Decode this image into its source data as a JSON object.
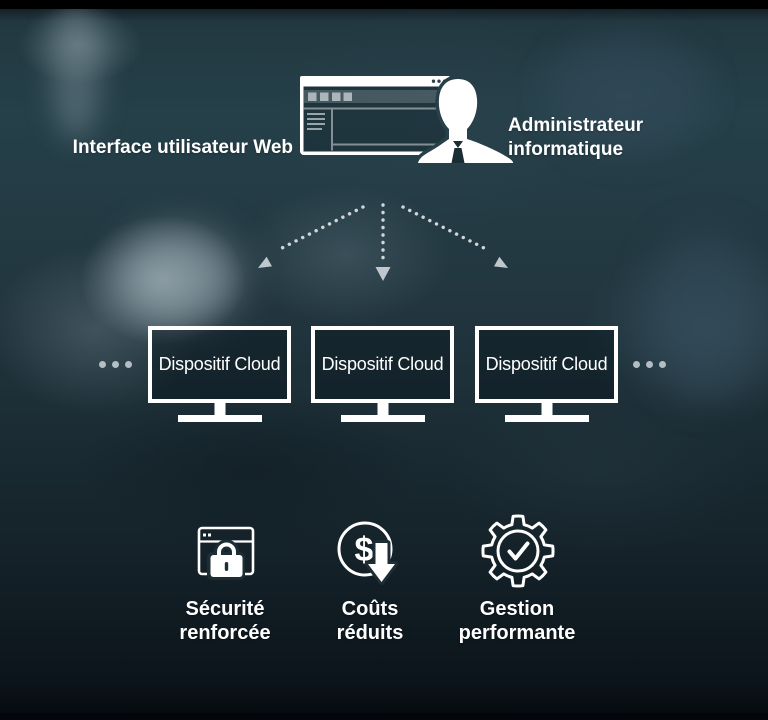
{
  "hero": {
    "web_ui_label": "Interface utilisateur Web",
    "admin_label_line1": "Administrateur",
    "admin_label_line2": "informatique"
  },
  "devices": {
    "items": [
      {
        "label": "Dispositif Cloud"
      },
      {
        "label": "Dispositif Cloud"
      },
      {
        "label": "Dispositif Cloud"
      }
    ],
    "ellipsis_icon": "more-devices-ellipsis"
  },
  "benefits": {
    "items": [
      {
        "icon": "browser-lock-icon",
        "line1": "Sécurité",
        "line2": "renforcée"
      },
      {
        "icon": "dollar-reduction-icon",
        "line1": "Coûts",
        "line2": "réduits",
        "symbol": "$"
      },
      {
        "icon": "gear-check-icon",
        "line1": "Gestion",
        "line2": "performante"
      }
    ]
  },
  "colors": {
    "text": "#ffffff",
    "icon_stroke": "#ffffff",
    "arrow_dots": "#dde3e6",
    "background_base": "#22363f"
  }
}
